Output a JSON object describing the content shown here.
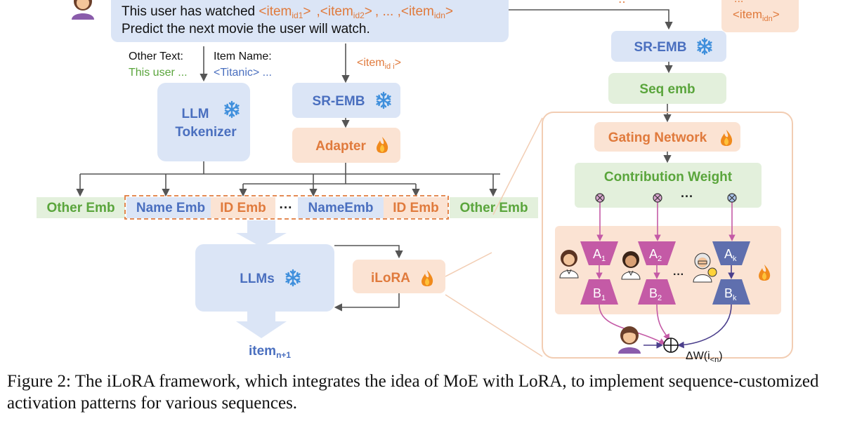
{
  "prompt": {
    "line1_prefix": "This user has watched",
    "item_tag": "<item",
    "item_tag_end": ">",
    "sub_id1": "id1",
    "sub_id2": "id2",
    "sub_idn": "idn",
    "sep1": ",",
    "sep_mid": ", ... ,",
    "line2": "Predict the next movie the user will watch."
  },
  "top_right": {
    "item_idn_main": "<item",
    "item_idn_sub": "idn",
    "item_idn_end": ">",
    "dots": "..."
  },
  "inputs": {
    "other_text_label": "Other Text:",
    "other_text_value": "This user ...",
    "item_name_label": "Item Name:",
    "item_name_value": "<Titanic> ...",
    "item_idi_main": "<item",
    "item_idi_sub": "id i",
    "item_idi_end": ">"
  },
  "left_blocks": {
    "llm_tokenizer_line1": "LLM",
    "llm_tokenizer_line2": "Tokenizer",
    "sr_emb": "SR-EMB",
    "adapter": "Adapter"
  },
  "emb_row": {
    "other_emb_left": "Other Emb",
    "name_emb": "Name Emb",
    "id_emb_1": "ID Emb",
    "dots": "···",
    "name_emb_2": "NameEmb",
    "id_emb_2": "ID Emb",
    "other_emb_right": "Other Emb"
  },
  "bottom_left": {
    "llms": "LLMs",
    "ilora": "iLoRA",
    "item_next_main": "item",
    "item_next_sub": "n+1"
  },
  "right_panel": {
    "sr_emb": "SR-EMB",
    "seq_emb": "Seq emb",
    "gating_network": "Gating Network",
    "contribution_weight": "Contribution Weight",
    "dots": "···",
    "experts": [
      {
        "a": "A",
        "a_sub": "1",
        "b": "B",
        "b_sub": "1"
      },
      {
        "a": "A",
        "a_sub": "2",
        "b": "B",
        "b_sub": "2"
      },
      {
        "a": "A",
        "a_sub": "k",
        "b": "B",
        "b_sub": "k"
      }
    ],
    "expert_dots": "···",
    "delta_w": "ΔW(i",
    "delta_w_sub": "<n",
    "delta_w_end": ")"
  },
  "caption": "Figure 2: The iLoRA framework, which integrates the idea of MoE with LoRA, to implement sequence-customized activation patterns for various sequences.",
  "colors": {
    "blue_box": "#dbe5f6",
    "blue_text": "#4a6fbf",
    "green_box": "#e3f0dc",
    "green_text": "#5aa53c",
    "orange_box": "#fbe3d3",
    "orange_text": "#e07a3c",
    "pink": "#c45aa6",
    "purple_line": "#4b3f8c",
    "arrow": "#555555"
  },
  "icons": [
    "snowflake-icon",
    "flame-icon",
    "person-icon",
    "doctor-icon",
    "scientist-icon",
    "plus-circle-icon",
    "multiply-circle-icon"
  ]
}
